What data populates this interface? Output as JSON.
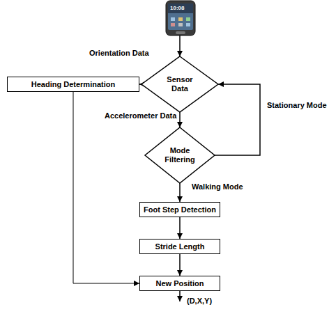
{
  "diagram": {
    "nodes": [
      {
        "text": [
          "Sensor Data"
        ]
      },
      {
        "text": [
          "Heading Determination"
        ]
      },
      {
        "text": [
          "Mode Filtering"
        ]
      },
      {
        "text": [
          "Foot Step Detection"
        ]
      },
      {
        "text": [
          "Stride Length"
        ]
      },
      {
        "text": [
          "New Position"
        ]
      }
    ],
    "edges": [
      {
        "from": 0,
        "to": 1,
        "label": "Orientation Data",
        "arrow": "to"
      },
      {
        "from": 0,
        "to": 2,
        "label": "Accelerometer Data",
        "arrow": "to"
      },
      {
        "from": 2,
        "to": 0,
        "label": "Stationary Mode",
        "arrow": "to"
      },
      {
        "from": 2,
        "to": 3,
        "label": "Walking Mode",
        "arrow": "to"
      },
      {
        "from": 3,
        "to": 4,
        "arrow": "to"
      },
      {
        "from": 4,
        "to": 5,
        "arrow": "to"
      },
      {
        "from": 1,
        "to": 5,
        "arrow": "to"
      }
    ],
    "labels": [
      "10:08",
      "(D,X,Y)"
    ]
  }
}
